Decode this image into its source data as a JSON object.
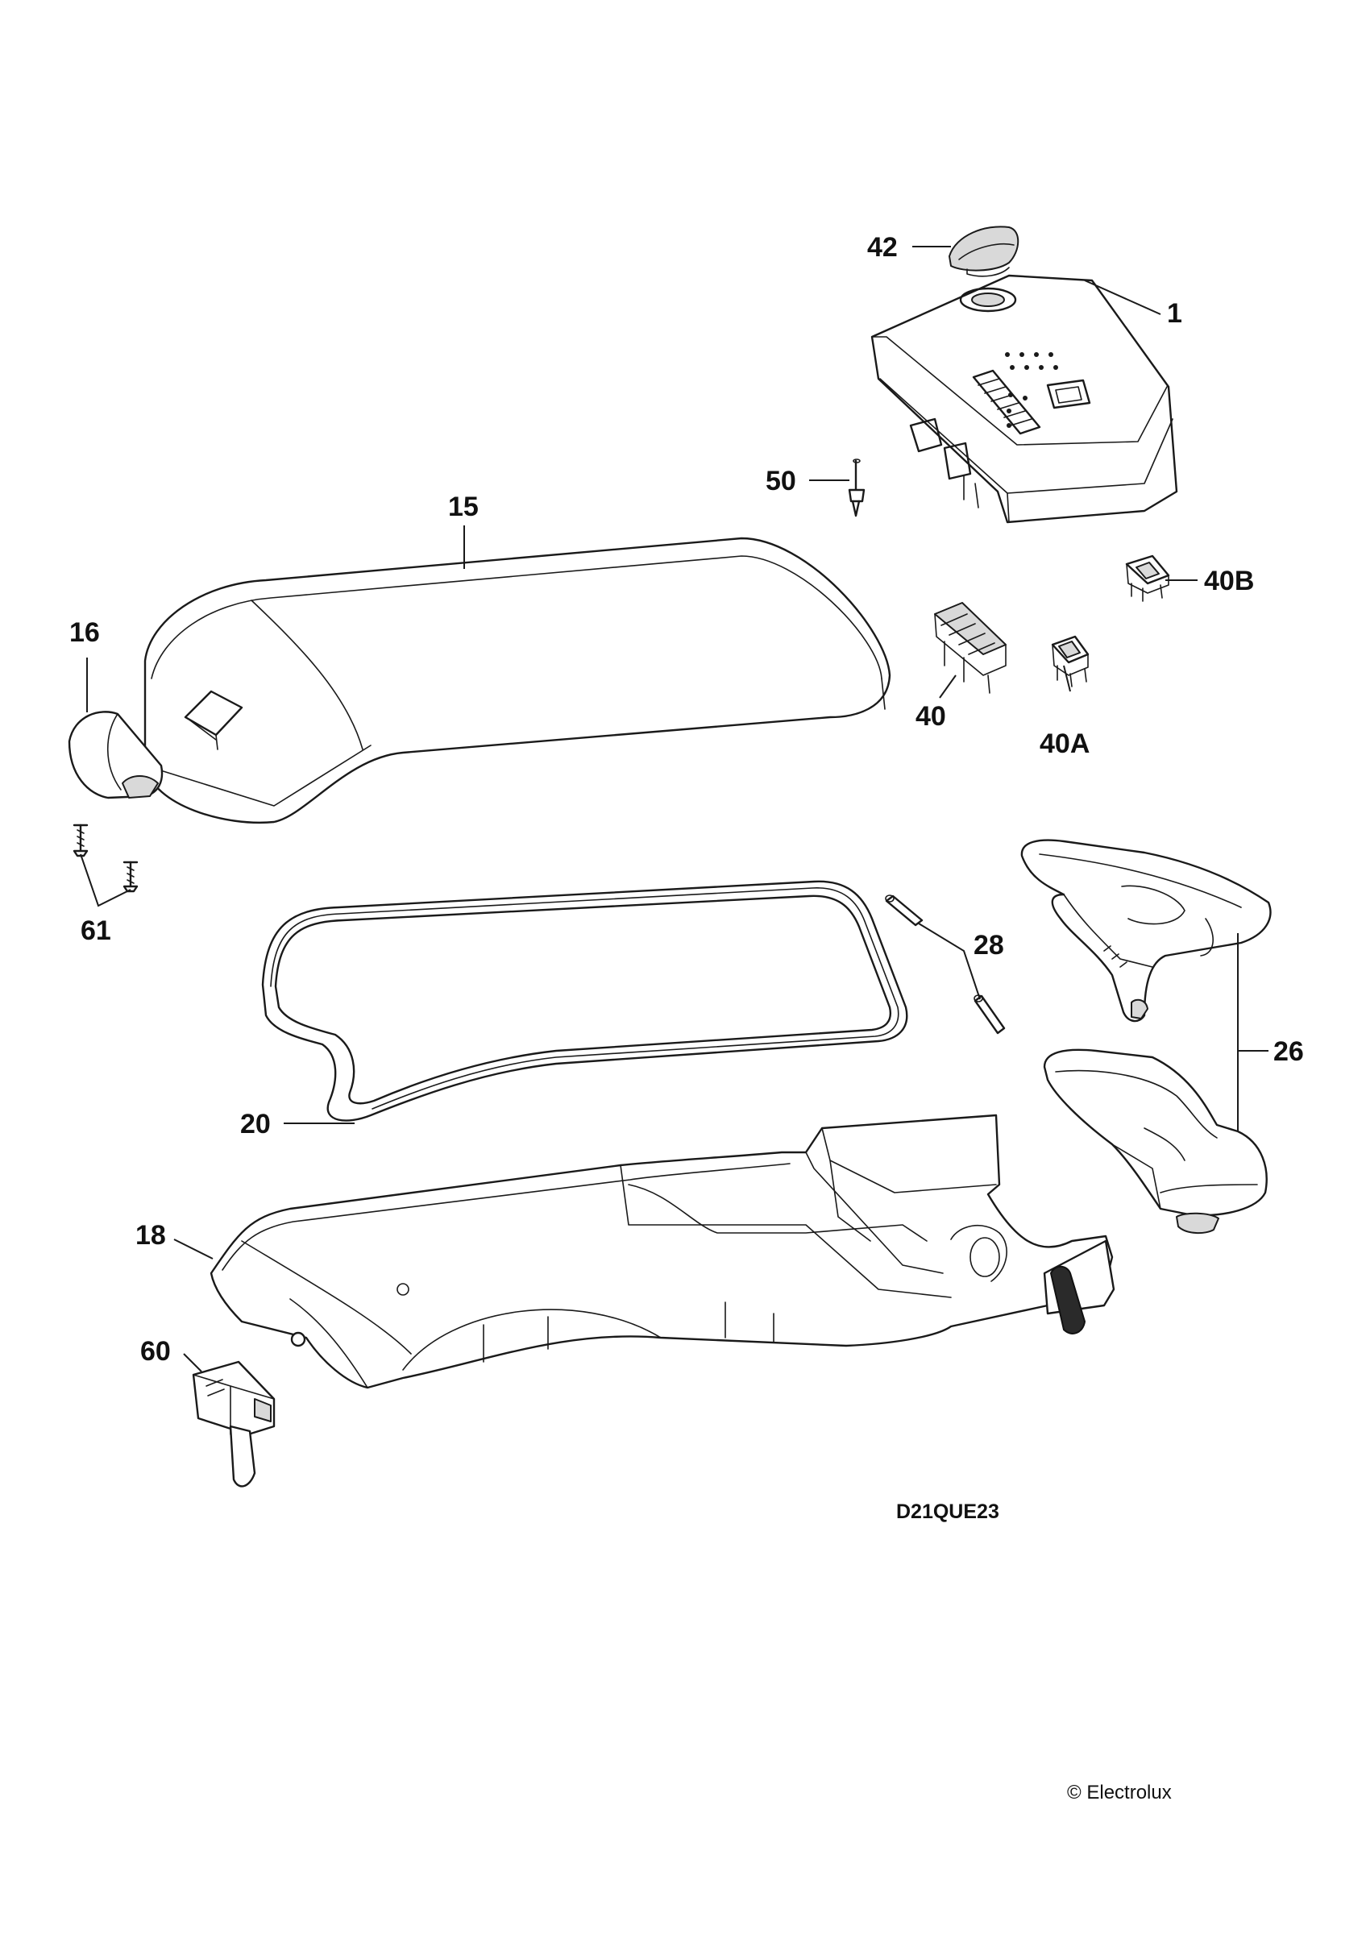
{
  "parts": [
    {
      "id": "p42",
      "label": "42"
    },
    {
      "id": "p1",
      "label": "1"
    },
    {
      "id": "p50",
      "label": "50"
    },
    {
      "id": "p15",
      "label": "15"
    },
    {
      "id": "p40B",
      "label": "40B"
    },
    {
      "id": "p16",
      "label": "16"
    },
    {
      "id": "p40",
      "label": "40"
    },
    {
      "id": "p40A",
      "label": "40A"
    },
    {
      "id": "p61",
      "label": "61"
    },
    {
      "id": "p28",
      "label": "28"
    },
    {
      "id": "p26",
      "label": "26"
    },
    {
      "id": "p20",
      "label": "20"
    },
    {
      "id": "p18",
      "label": "18"
    },
    {
      "id": "p60",
      "label": "60"
    }
  ],
  "drawing_code": "D21QUE23",
  "copyright": "© Electrolux"
}
